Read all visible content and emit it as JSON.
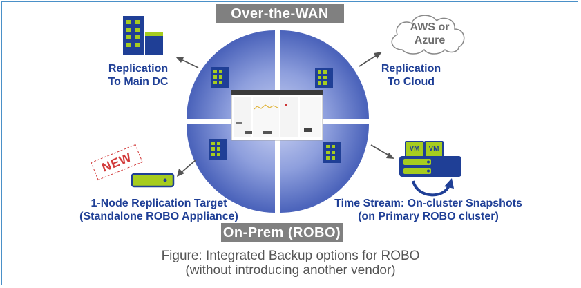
{
  "diagram": {
    "top_pill": "Over-the-WAN",
    "bottom_pill": "On-Prem (ROBO)",
    "replication_main_dc": [
      "Replication",
      "To Main DC"
    ],
    "replication_cloud": [
      "Replication",
      "To Cloud"
    ],
    "cloud_target": [
      "AWS or",
      "Azure"
    ],
    "new_badge": "NEW",
    "one_node_target": [
      "1-Node Replication Target",
      "(Standalone ROBO Appliance)"
    ],
    "time_stream": [
      "Time Stream: On-cluster Snapshots",
      "(on Primary ROBO cluster)"
    ],
    "vm_label": "VM"
  },
  "caption": [
    "Figure: Integrated Backup options for ROBO",
    "(without introducing another vendor)"
  ],
  "colors": {
    "navy": "#1f3f96",
    "lime": "#a6cc1f",
    "circle_light": "#c2cbef",
    "circle_dark": "#4a63bb",
    "pill_gray": "#808080",
    "frame_blue": "#4a90c8",
    "stamp_red": "#d23b3b"
  }
}
